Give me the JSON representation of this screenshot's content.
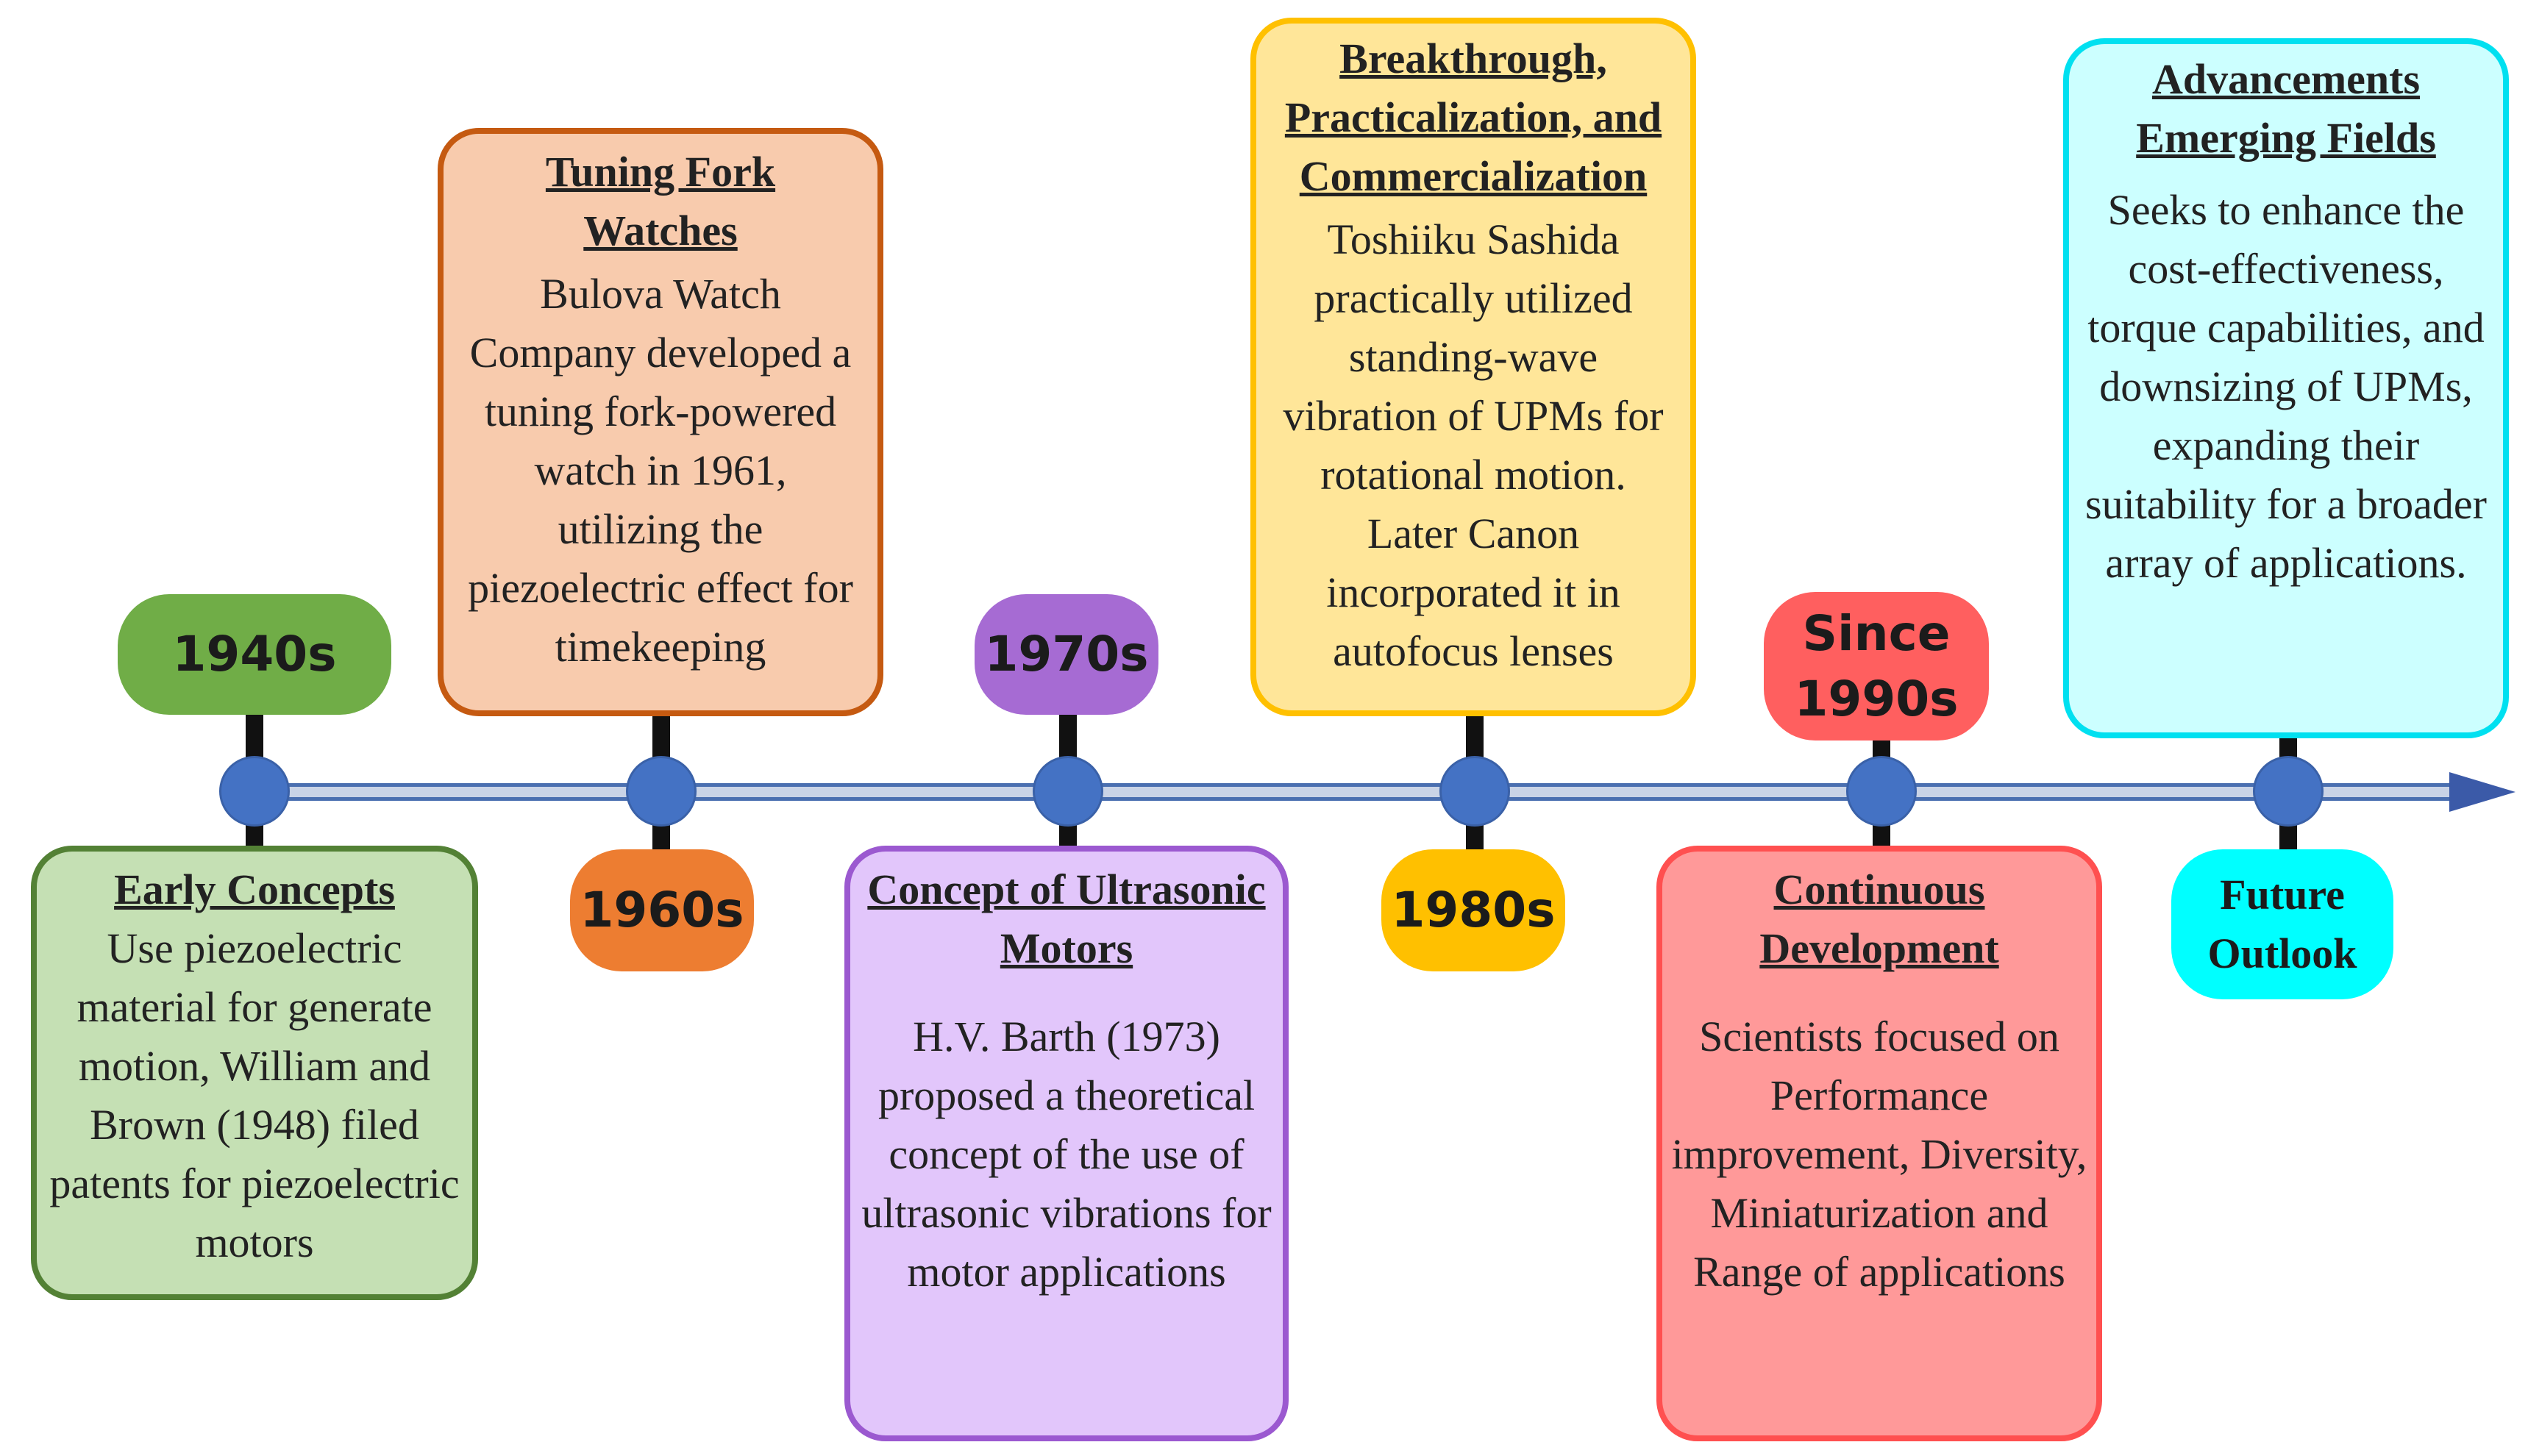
{
  "timeline": [
    {
      "era": "1940s",
      "era_color": "#70ad47",
      "card_title": "Early Concepts",
      "card_text": "Use piezoelectric material for generate motion, William and Brown (1948) filed patents for piezoelectric motors",
      "card_fill": "#c5e0b4",
      "card_border": "#538135"
    },
    {
      "era": "1960s",
      "era_color": "#ed7d31",
      "card_title": "Tuning Fork Watches",
      "card_text": "Bulova Watch Company developed a tuning fork-powered watch in 1961, utilizing the piezoelectric effect for timekeeping",
      "card_fill": "#f8cbad",
      "card_border": "#c55a11"
    },
    {
      "era": "1970s",
      "era_color": "#a66bd3",
      "card_title": "Concept of Ultrasonic Motors",
      "card_text": "H.V. Barth (1973) proposed a theoretical concept of the use of ultrasonic vibrations for motor applications",
      "card_fill": "#e2c6fb",
      "card_border": "#9b59d0"
    },
    {
      "era": "1980s",
      "era_color": "#ffc000",
      "card_title": "Breakthrough, Practicalization, and Commercialization",
      "card_text": "Toshiiku Sashida practically utilized standing-wave vibration of UPMs for rotational motion. Later Canon incorporated it in autofocus lenses",
      "card_fill": "#ffe699",
      "card_border": "#ffc000"
    },
    {
      "era": "Since 1990s",
      "era_color": "#ff5f5f",
      "card_title": "Continuous Development",
      "card_text": "Scientists focused on Performance improvement, Diversity, Miniaturization and Range of applications",
      "card_fill": "#ff9999",
      "card_border": "#ff5050"
    },
    {
      "era": "Future Outlook",
      "era_color": "#00ffff",
      "card_title": "Advancements Emerging Fields",
      "card_text": "Seeks to enhance the cost-effectiveness, torque capabilities, and downsizing of UPMs, expanding their suitability for a broader array of applications.",
      "card_fill": "#ccffff",
      "card_border": "#00e0f0"
    }
  ]
}
